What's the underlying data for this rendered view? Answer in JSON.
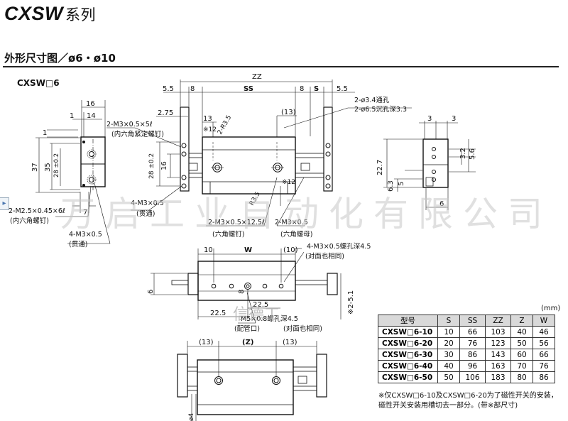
{
  "header": {
    "title": "CXSW",
    "title_suffix": "系列",
    "subtitle": "外形尺寸图／ø6・ø10",
    "model_label": "CXSW□6"
  },
  "nav": {
    "arrow_glyph": "▸"
  },
  "left_view": {
    "dims": [
      "16",
      "1",
      "14",
      "1",
      "37",
      "35",
      "28 ±0.2",
      "7"
    ],
    "labels": [
      "2-M2.5×0.45×6ℓ",
      "(内六角螺钉)",
      "4-M3×0.5",
      "(贯通)"
    ]
  },
  "top_view": {
    "dims": [
      "ZZ",
      "5.5",
      "8",
      "SS",
      "8",
      "S",
      "5.5",
      "2.75",
      "13",
      "※12",
      "(13)",
      "28 ±0.2",
      "16",
      "※12"
    ],
    "labels": [
      "2-ø3.4通孔",
      "2-ø6.5沉孔深3.3",
      "2-M3×0.5×5ℓ",
      "(内六角紧定螺钉)",
      "4-M3×0.5",
      "(贯通)",
      "2-M3×0.5×12.5ℓ",
      "(六角螺钉)",
      "2-M3×0.5",
      "(六角螺母)",
      "R3.5",
      "2-R3.5"
    ]
  },
  "right_view": {
    "dims": [
      "3",
      "3",
      "5.6",
      "3.2",
      "22.7",
      "6.3",
      "5",
      "6"
    ]
  },
  "bottom_view": {
    "dims": [
      "10",
      "W",
      "(10)",
      "6",
      "8",
      "22.5",
      "22.5",
      "※2-5.1",
      "(13)",
      "(Z)",
      "(13)",
      "ø4"
    ],
    "labels": [
      "4-M3×0.5螺孔深4.5",
      "(对面也相同)",
      "M5×0.8螺孔深4.5",
      "(配管口)",
      "(对面也相同)"
    ]
  },
  "watermark": {
    "main": "万启工业自动化有限公司",
    "small": "信德工"
  },
  "table": {
    "unit": "(mm)",
    "headers": [
      "型号",
      "S",
      "SS",
      "ZZ",
      "Z",
      "W"
    ],
    "rows": [
      {
        "model": "CXSW□6-10",
        "S": "10",
        "SS": "66",
        "ZZ": "103",
        "Z": "40",
        "W": "46"
      },
      {
        "model": "CXSW□6-20",
        "S": "20",
        "SS": "76",
        "ZZ": "123",
        "Z": "50",
        "W": "56"
      },
      {
        "model": "CXSW□6-30",
        "S": "30",
        "SS": "86",
        "ZZ": "143",
        "Z": "60",
        "W": "66"
      },
      {
        "model": "CXSW□6-40",
        "S": "40",
        "SS": "96",
        "ZZ": "163",
        "Z": "70",
        "W": "76"
      },
      {
        "model": "CXSW□6-50",
        "S": "50",
        "SS": "106",
        "ZZ": "183",
        "Z": "80",
        "W": "86"
      }
    ],
    "note": "※仅CXSW□6-10及CXSW□6-20为了磁性开关的安装，磁性开关安装用槽切去一部分。(带※部尺寸)"
  }
}
